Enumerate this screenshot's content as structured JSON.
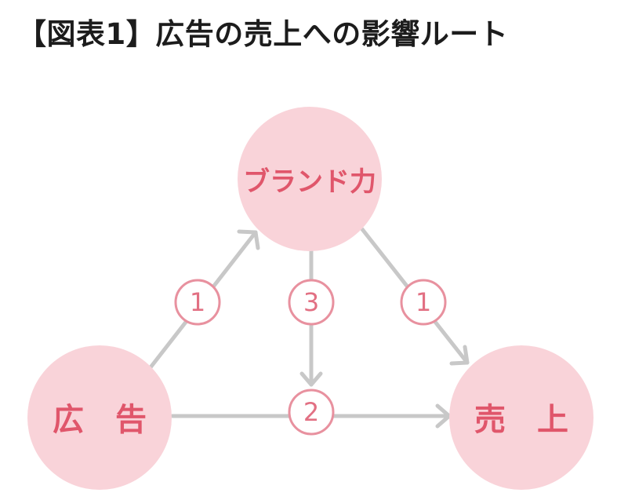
{
  "title": "【図表1】広告の売上への影響ルート",
  "colors": {
    "node_fill": "#f9d3d9",
    "node_text": "#e0566b",
    "arrow": "#c8c8c8",
    "badge_stroke": "#e8919f",
    "badge_text": "#e27083",
    "title_text": "#1c1c1c"
  },
  "nodes": {
    "brand": "ブランド力",
    "ad": "広　告",
    "sales": "売　上"
  },
  "routes": {
    "ad_to_brand": "1",
    "brand_to_sales": "1",
    "brand_to_route2": "3",
    "ad_to_sales": "2"
  }
}
